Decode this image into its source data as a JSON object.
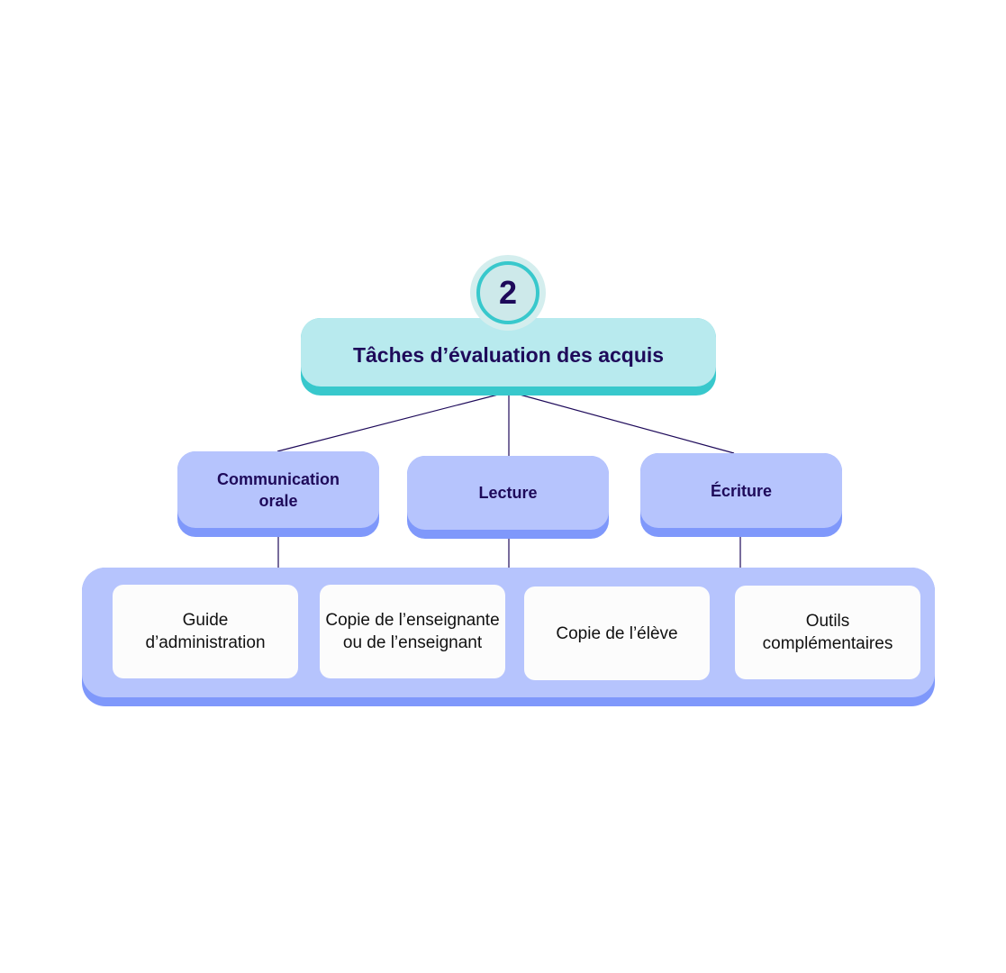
{
  "step_number": "2",
  "title": "Tâches d’évaluation des acquis",
  "categories": [
    {
      "label": "Communication orale"
    },
    {
      "label": "Lecture"
    },
    {
      "label": "Écriture"
    }
  ],
  "items": [
    {
      "label": "Guide d’administration"
    },
    {
      "label": "Copie de l’enseignante ou de l’enseignant"
    },
    {
      "label": "Copie de l’élève"
    },
    {
      "label": "Outils complémentaires"
    }
  ],
  "colors": {
    "navy": "#1e0a5a",
    "teal": "#38c8cc",
    "teal_light": "#b8eaee",
    "periwinkle": "#b6c4fd",
    "periwinkle_dark": "#7f98fb"
  }
}
